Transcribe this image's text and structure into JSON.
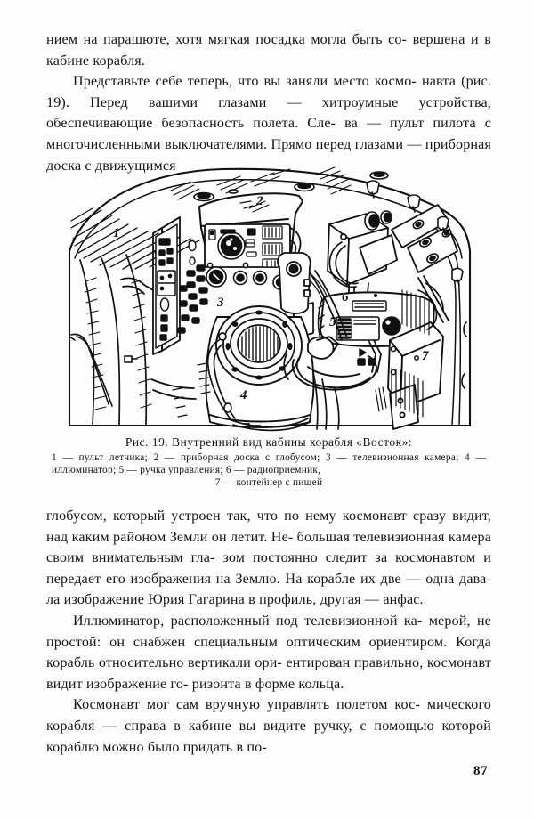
{
  "document": {
    "page_number": "87",
    "language": "ru"
  },
  "top_text": {
    "paragraphs": [
      "ниeм на парашюте, хотя мягкая посадка могла быть совершена и в кабине корабля.",
      "Представьте себе теперь, что вы заняли место космонавта (рис. 19). Перед вашими глазами — хитроумные устройства, обеспечивающие безопасность полета. Слева — пульт пилота с многочисленными выключателями. Прямо перед глазами — приборная доска с движущимся"
    ],
    "line1": "ниeм на парашюте, хотя мягкая посадка могла быть со-",
    "line2": "вершена и в кабине корабля.",
    "line3": "Представьте себе теперь, что вы заняли место космо-",
    "line4": "навта (рис. 19). Перед вашими глазами — хитроумные",
    "line5": "устройства, обеспечивающие безопасность полета. Сле-",
    "line6": "ва — пульт пилота с многочисленными выключателями.",
    "line7": "Прямо перед глазами — приборная доска с движущимся"
  },
  "figure": {
    "alt_name": "vostok-cabin-interior-line-drawing",
    "caption_title": "Рис. 19. Внутренний вид кабины корабля «Восток»:",
    "legend_items": [
      {
        "num": "1",
        "text": "пульт летчика"
      },
      {
        "num": "2",
        "text": "приборная доска с глобусом"
      },
      {
        "num": "3",
        "text": "телевизионная камера"
      },
      {
        "num": "4",
        "text": "иллюминатор"
      },
      {
        "num": "5",
        "text": "ручка управления"
      },
      {
        "num": "6",
        "text": "радиоприемник"
      },
      {
        "num": "7",
        "text": "контейнер с пищей"
      }
    ],
    "legend_line1": "1 — пульт летчика;  2 — приборная доска с глобусом;  3 — телевизионная",
    "legend_line2": "камера;  4 — иллюминатор;  5 — ручка  управления;   6 — радиоприемник,",
    "legend_line3": "7 — контейнер  с  пищей",
    "labels": [
      "1",
      "2",
      "3",
      "4",
      "5",
      "6",
      "7"
    ]
  },
  "bottom_text": {
    "line1": "глобусом, который устроен так, что по нему космонавт",
    "line2": "сразу видит, над каким районом Земли он летит. Не-",
    "line3": "большая телевизионная камера своим внимательным гла-",
    "line4": "зом постоянно следит за космонавтом и передает его",
    "line5": "изображения на Землю. На корабле их две — одна дава-",
    "line6": "ла изображение Юрия Гагарина в профиль, другая —",
    "line7": "анфас.",
    "line8": "Иллюминатор, расположенный под телевизионной ка-",
    "line9": "мерой, не простой: он снабжен специальным оптическим",
    "line10": "ориентиром. Когда корабль относительно вертикали ори-",
    "line11": "ентирован правильно, космонавт видит изображение го-",
    "line12": "ризонта в форме кольца.",
    "line13": "Космонавт мог сам вручную управлять полетом кос-",
    "line14": "мического корабля — справа в кабине вы видите ручку,",
    "line15": "с помощью которой кораблю можно было придать в по-"
  },
  "colors": {
    "ink": "#111111",
    "paper": "#fefefe"
  }
}
